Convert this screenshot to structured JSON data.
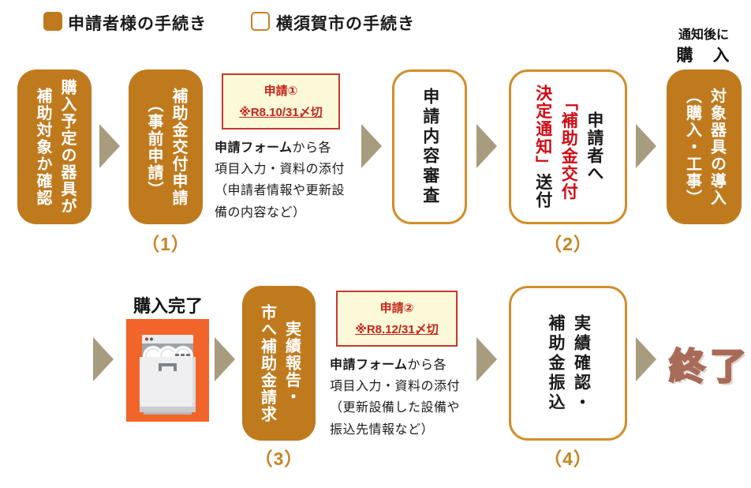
{
  "legend": {
    "applicant_label": "申請者様の手続き",
    "city_label": "横須賀市の手続き"
  },
  "top_row": {
    "box1": {
      "text": "購入予定の器具が\n補助対象か確認"
    },
    "box2": {
      "text": "補助金交付申請\n（事前申請）",
      "number": "（1）"
    },
    "note1": {
      "title": "申請①",
      "deadline": "※R8.10/31〆切",
      "desc_bold": "申請フォーム",
      "desc_rest": "から各\n項目入力・資料の添付\n（申請者情報や更新設\n備の内容など）"
    },
    "box3": {
      "text": "申請内容審査"
    },
    "box4": {
      "pre": "申請者へ\n",
      "highlight": "「補助金交付\n決定通知」",
      "post": "送付",
      "number": "（2）"
    },
    "purchase_note": {
      "line1": "通知後に",
      "line2": "購　入"
    },
    "box5": {
      "text": "対象器具の導入\n（購入・工事）"
    }
  },
  "bottom_row": {
    "purchase_done_label": "購入完了",
    "box6": {
      "text": "実績報告・\n市へ補助金請求",
      "number": "（3）"
    },
    "note2": {
      "title": "申請②",
      "deadline": "※R8.12/31〆切",
      "desc_bold": "申請フォーム",
      "desc_rest": "から各\n項目入力・資料の添付\n（更新設備した設備や\n振込先情報など）"
    },
    "box7": {
      "text": "実績確認・\n補助金振込",
      "number": "（4）"
    },
    "end_label": "終了"
  },
  "icons": {
    "flow_arrow": "triangle-right",
    "legend_applicant_swatch": "filled-square",
    "legend_city_swatch": "outlined-square",
    "appliance": "dishwasher-illustration"
  },
  "colors": {
    "ochre_fill": "#C07A1E",
    "white_box_border": "#D28E2A",
    "arrow": "#A89C7E",
    "step_number": "#C8831F",
    "note_bg": "#FCF9D8",
    "note_border": "#C53A2E",
    "note_red": "#C5251C",
    "highlight_red": "#CF0A14",
    "end_text": "#A86B58",
    "appliance_bg": "#F2652A"
  }
}
